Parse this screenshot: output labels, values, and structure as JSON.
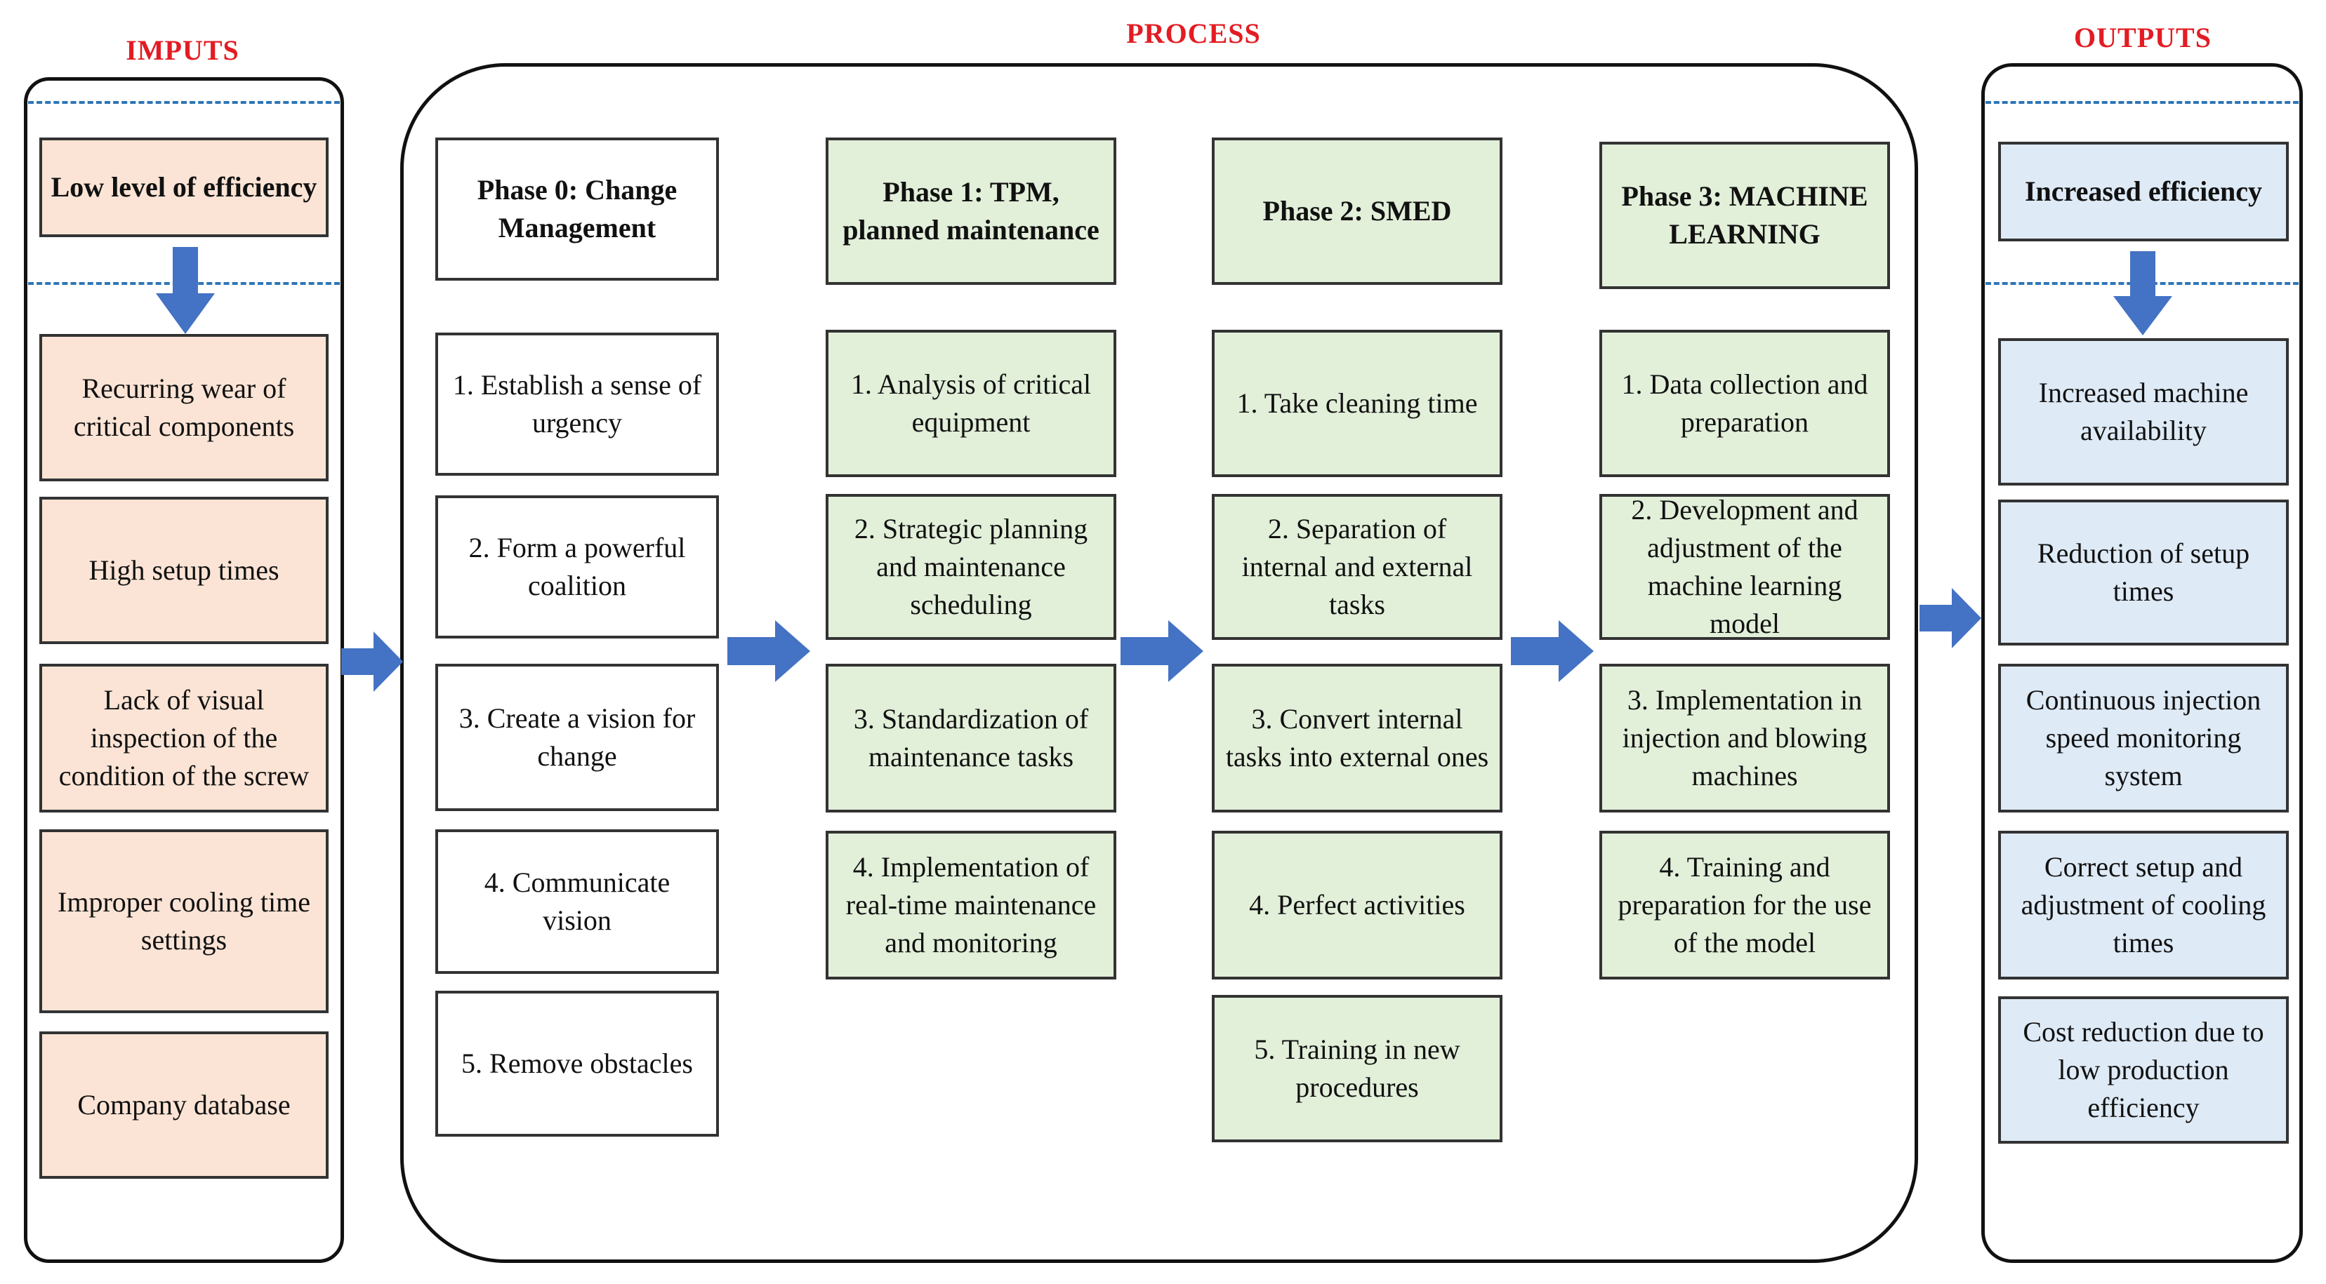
{
  "headers": {
    "inputs": "IMPUTS",
    "process": "PROCESS",
    "outputs": "OUTPUTS"
  },
  "inputs": {
    "top": "Low level of efficiency",
    "items": [
      "Recurring wear of critical components",
      "High setup times",
      "Lack of visual inspection of the condition of the screw",
      "Improper cooling time settings",
      "Company database"
    ]
  },
  "phases": [
    {
      "title": "Phase 0: Change Management",
      "items": [
        "1. Establish a sense of urgency",
        "2. Form a powerful coalition",
        "3. Create a vision for change",
        "4. Communicate vision",
        "5. Remove obstacles"
      ]
    },
    {
      "title": "Phase 1: TPM, planned maintenance",
      "items": [
        "1. Analysis of critical equipment",
        "2. Strategic planning and maintenance scheduling",
        "3. Standardization of maintenance tasks",
        "4. Implementation of real-time maintenance and monitoring"
      ]
    },
    {
      "title": "Phase 2: SMED",
      "items": [
        "1. Take cleaning time",
        "2. Separation of internal and external tasks",
        "3. Convert internal tasks into external ones",
        "4. Perfect activities",
        "5. Training in new procedures"
      ]
    },
    {
      "title": "Phase 3: MACHINE LEARNING",
      "items": [
        "1. Data collection and preparation",
        "2. Development and adjustment of the machine learning model",
        "3. Implementation in injection and blowing machines",
        "4. Training and preparation for the use of the model"
      ]
    }
  ],
  "outputs": {
    "top": "Increased efficiency",
    "items": [
      "Increased machine availability",
      "Reduction of setup times",
      "Continuous injection speed monitoring system",
      "Correct setup and adjustment of cooling times",
      "Cost reduction due to low production efficiency"
    ]
  },
  "colors": {
    "header_red": "#e31c23",
    "arrow_blue": "#4472c4",
    "input_fill": "#fbe4d5",
    "process_fill": "#e2efd9",
    "output_fill": "#deeaf6",
    "dash_blue": "#2e75b6"
  }
}
